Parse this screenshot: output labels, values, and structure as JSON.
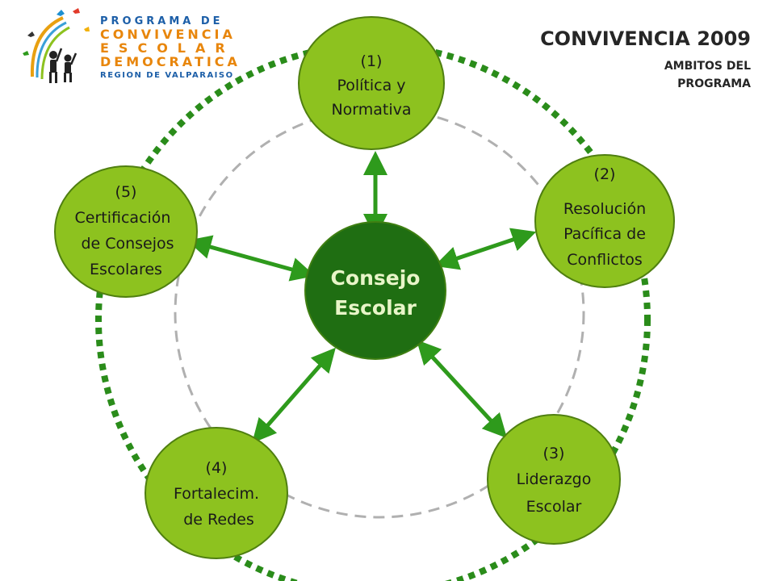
{
  "title": {
    "main": "CONVIVENCIA 2009",
    "sub_line1": "AMBITOS DEL",
    "sub_line2": "PROGRAMA"
  },
  "logo": {
    "line1": "PROGRAMA DE",
    "line2": "CONVIVENCIA",
    "line3": "ESCOLAR",
    "line4": "DEMOCRATICA",
    "line5": "REGION DE VALPARAISO"
  },
  "center": {
    "line1": "Consejo",
    "line2": "Escolar"
  },
  "nodes": [
    {
      "lines": [
        "(1)",
        "Política y",
        "Normativa"
      ]
    },
    {
      "lines": [
        "(2)",
        "Resolución",
        "Pacífica de",
        "Conflictos"
      ]
    },
    {
      "lines": [
        "(3)",
        "Liderazgo",
        "Escolar"
      ]
    },
    {
      "lines": [
        "(4)",
        "Fortalecim.",
        "de Redes"
      ]
    },
    {
      "lines": [
        "(5)",
        "Certificación",
        "de Consejos",
        "Escolares"
      ]
    }
  ],
  "colors": {
    "node_fill": "#8dc21f",
    "node_stroke": "#4f7f10",
    "center_fill": "#1f6e12",
    "arrow": "#2e9a1c",
    "outer_ring": "#2a8c1a",
    "inner_ring": "#b0b0b0"
  }
}
